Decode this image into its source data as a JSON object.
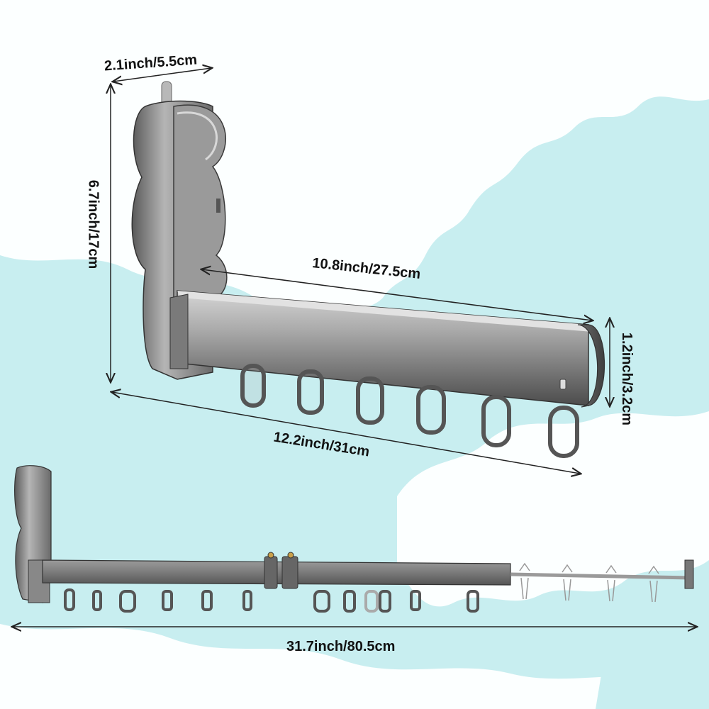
{
  "product_image": {
    "dimensions": {
      "depth": "2.1inch/5.5cm",
      "height": "6.7inch/17cm",
      "arm_length": "10.8inch/27.5cm",
      "bar_height": "1.2inch/3.2cm",
      "folded_length": "12.2inch/31cm",
      "extended_length": "31.7inch/80.5cm"
    },
    "colors": {
      "background": "#c8eef0",
      "cloud": "#ffffff",
      "metal_dark": "#4a4a4a",
      "metal_mid": "#8a8a8a",
      "metal_light": "#c9c9c9",
      "arrow": "#222222"
    }
  }
}
